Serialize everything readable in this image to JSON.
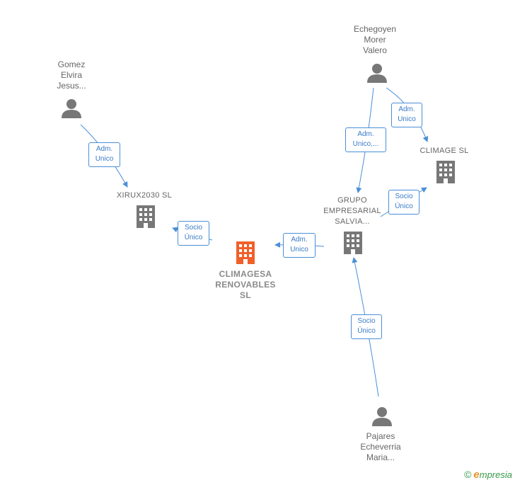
{
  "nodes": {
    "gomez": {
      "label": "Gomez\nElvira\nJesus..."
    },
    "echegoyen": {
      "label": "Echegoyen\nMorer\nValero"
    },
    "xirux": {
      "label": "XIRUX2030  SL"
    },
    "climage": {
      "label": "CLIMAGE SL"
    },
    "grupo": {
      "label": "GRUPO\nEMPRESARIAL\nSALVIA..."
    },
    "climagesa": {
      "label": "CLIMAGESA\nRENOVABLES\nSL"
    },
    "pajares": {
      "label": "Pajares\nEcheverria\nMaria..."
    }
  },
  "edges": {
    "gomez_xirux": {
      "label": "Adm.\nUnico"
    },
    "echegoyen_climage": {
      "label": "Adm.\nUnico"
    },
    "echegoyen_grupo": {
      "label": "Adm.\nUnico,..."
    },
    "grupo_climage": {
      "label": "Socio\nÚnico"
    },
    "grupo_climagesa": {
      "label": "Adm.\nUnico"
    },
    "climagesa_xirux": {
      "label": "Socio\nÚnico"
    },
    "pajares_grupo": {
      "label": "Socio\nÚnico"
    }
  },
  "colors": {
    "edge": "#4a8fd6",
    "person": "#777777",
    "company": "#777777",
    "main_company": "#f0602a"
  },
  "copyright": {
    "symbol": "©",
    "brand_initial": "e",
    "brand_rest": "mpresia"
  }
}
